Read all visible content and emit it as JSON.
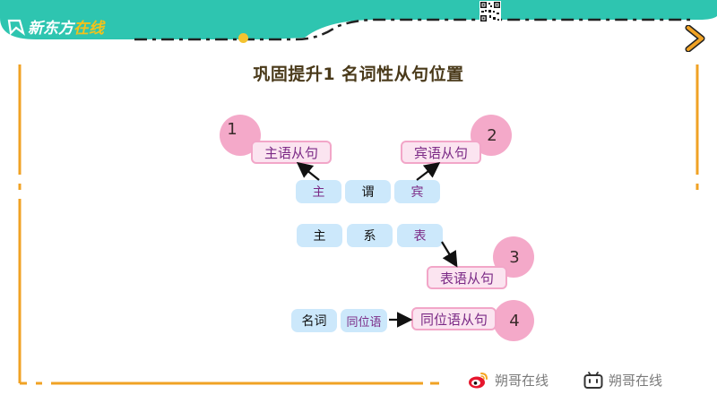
{
  "header": {
    "logo_main": "新东方",
    "logo_accent": "在线"
  },
  "slide": {
    "title": "巩固提升1 名词性从句位置",
    "row1": [
      "主",
      "谓",
      "宾"
    ],
    "row2": [
      "主",
      "系",
      "表"
    ],
    "row3": [
      "名词",
      "同位语"
    ],
    "clauses": {
      "subject": "主语从句",
      "object": "宾语从句",
      "predicative": "表语从句",
      "appositive": "同位语从句"
    },
    "numbers": [
      "1",
      "2",
      "3",
      "4"
    ]
  },
  "footer": {
    "weibo_label": "朔哥在线",
    "bilibili_label": "朔哥在线"
  },
  "colors": {
    "banner_teal": "#2ec5b0",
    "frame_orange": "#f0a224",
    "box_blue": "#cce8fb",
    "clause_pink": "#fbe4f0",
    "circle_pink": "#f4a9c9",
    "text_purple": "#7b2a86"
  },
  "icons": [
    "logo-icon",
    "qr-code-icon",
    "next-arrow-icon",
    "weibo-icon",
    "bilibili-icon"
  ]
}
